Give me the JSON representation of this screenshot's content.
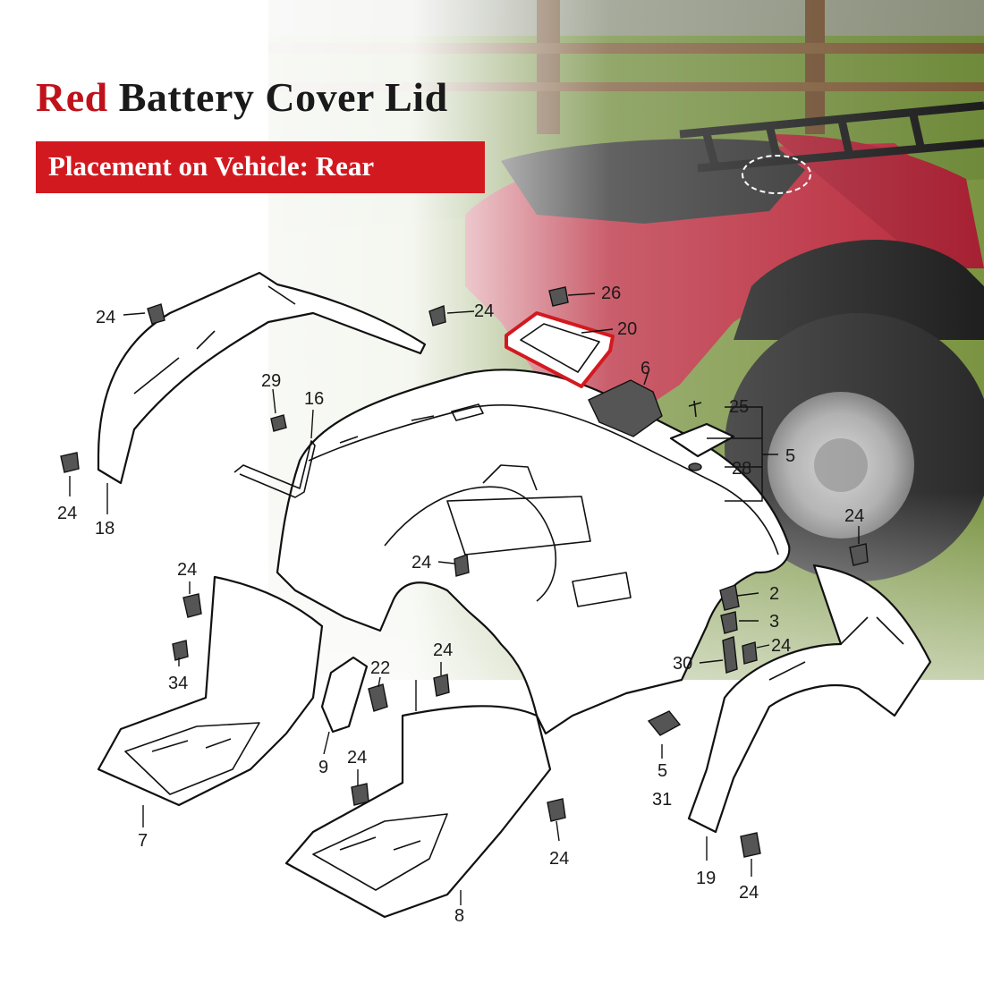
{
  "heading": {
    "accent_word": "Red",
    "rest": "Battery Cover Lid"
  },
  "banner": {
    "text": "Placement on Vehicle: Rear"
  },
  "colors": {
    "accent": "#d31920",
    "highlight_outline": "#d31920",
    "atv_body": "#b8283a",
    "grass": "#6f8a3a"
  },
  "callouts": {
    "c24_top_left": "24",
    "c24_top_center": "24",
    "c26": "26",
    "c20": "20",
    "c6": "6",
    "c25": "25",
    "c5_group": "5",
    "c28": "28",
    "c29": "29",
    "c16": "16",
    "c24_left": "24",
    "c18": "18",
    "c24_right": "24",
    "c24_center": "24",
    "c2": "2",
    "c3": "3",
    "c30": "30",
    "c24_mid_right": "24",
    "c24_footrest": "24",
    "c34": "34",
    "c22": "22",
    "c24_lower_center": "24",
    "c9": "9",
    "c24_lower_left": "24",
    "c7": "7",
    "c5_lower": "5",
    "c31": "31",
    "c24_bottom_center": "24",
    "c8": "8",
    "c19": "19",
    "c24_bottom_right": "24"
  }
}
